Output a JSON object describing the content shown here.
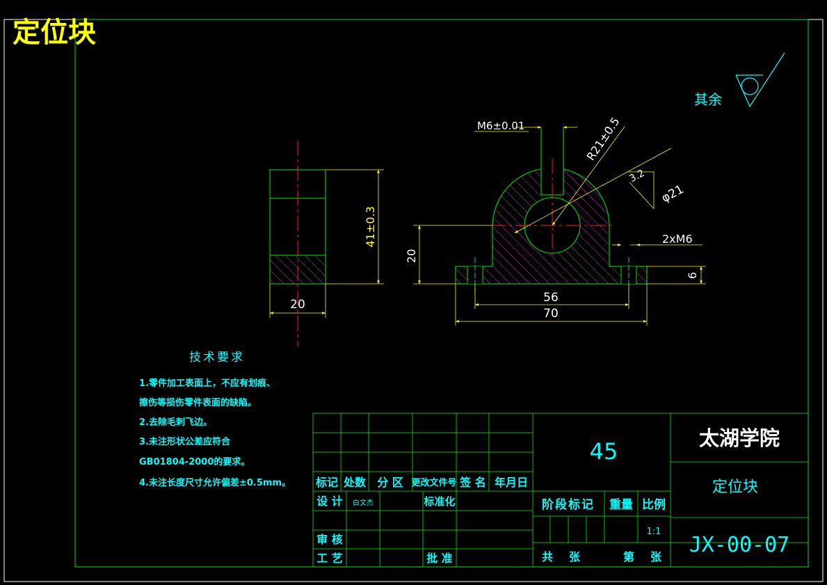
{
  "title": "定位块",
  "colors": {
    "frame": "#00c000",
    "dim": "#ffff00",
    "center": "#ff2020",
    "hatch": "#c040c0",
    "text_cyan": "#00ffff",
    "text_white": "#ffffff",
    "title_yellow": "#ffff00"
  },
  "surface": {
    "label": "其余"
  },
  "dimensions": {
    "slot": "M6±0.01",
    "radius": "R21±0.5",
    "roughness": "3.2",
    "hole": "φ21",
    "holes": "2xM6",
    "height_side": "41±0.3",
    "width_side": "20",
    "height_front": "20",
    "base_thk": "6",
    "hole_span": "56",
    "overall_width": "70"
  },
  "tech": {
    "heading": "技术要求",
    "items": [
      "1.零件加工表面上，不应有划痕、",
      "擦伤等损伤零件表面的缺陷。",
      "2.去除毛刺飞边。",
      "3.未注形状公差应符合",
      "GB01804-2000的要求。",
      "4.未注长度尺寸允许偏差±0.5mm。"
    ]
  },
  "titleblock": {
    "material": "45",
    "school": "太湖学院",
    "part_name": "定位块",
    "drawing_no": "JX-00-07",
    "header_cols": [
      "标记",
      "处数",
      "分 区",
      "更改文件号",
      "签 名",
      "年月日"
    ],
    "design_label": "设 计",
    "designer": "白文杰",
    "standard_label": "标准化",
    "stage_label": "阶段标记",
    "weight_label": "重量",
    "scale_label": "比例",
    "scale_value": "1:1",
    "review_label": "审 核",
    "process_label": "工 艺",
    "approve_label": "批 准",
    "total_label": "共",
    "sheets_label": "张",
    "sheet_label": "第",
    "sheet_label2": "张"
  }
}
